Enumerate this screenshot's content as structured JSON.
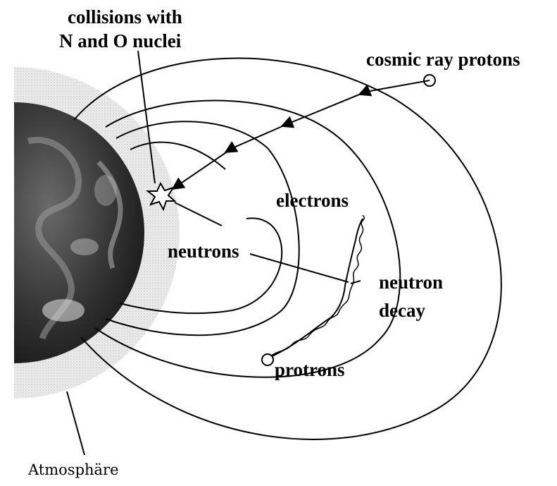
{
  "labels": {
    "collisions_line1": "collisions with",
    "collisions_line2": "N and O nuclei",
    "cosmic_ray_protons": "cosmic ray protons",
    "electrons": "electrons",
    "neutrons": "neutrons",
    "neutron_decay_line1": "neutron",
    "neutron_decay_line2": "decay",
    "protrons": "protrons",
    "atmosphere": "Atmosphäre"
  }
}
